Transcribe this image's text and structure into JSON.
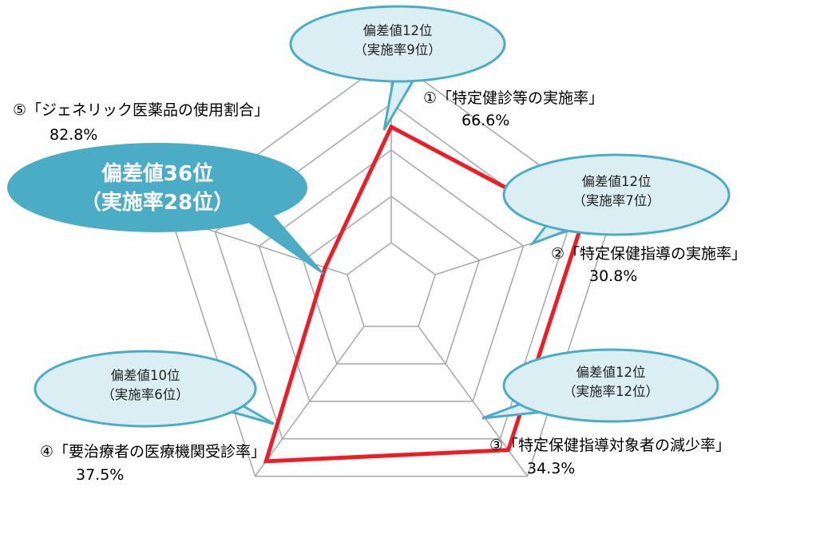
{
  "chart_data": {
    "type": "radar",
    "title": "",
    "levels": 5,
    "axes": [
      {
        "name": "①「特定健診等の実施率」",
        "value_text": "66.6%",
        "callout": [
          "偏差値12位",
          "（実施率9位）"
        ],
        "level": 3.5
      },
      {
        "name": "②「特定保健指導の実施率」",
        "value_text": "30.8%",
        "callout": [
          "偏差値12位",
          "（実施率7位）"
        ],
        "level": 4.3
      },
      {
        "name": "③「特定保健指導対象者の減少率」",
        "value_text": "34.3%",
        "callout": [
          "偏差値12位",
          "（実施率12位）"
        ],
        "level": 4.3
      },
      {
        "name": "④「要治療者の医療機関受診率」",
        "value_text": "37.5%",
        "callout": [
          "偏差値10位",
          "（実施率6位）"
        ],
        "level": 4.6
      },
      {
        "name": "⑤「ジェネリック医薬品の使用割合」",
        "value_text": "82.8%",
        "callout": [
          "偏差値36位",
          "（実施率28位）"
        ],
        "level": 1.5
      }
    ],
    "colors": {
      "grid": "#a6a6a6",
      "series": "#ee1c25",
      "callout_fill": "#daeef3",
      "callout_stroke": "#4bacc6",
      "callout_big_fill": "#4bacc6"
    }
  }
}
